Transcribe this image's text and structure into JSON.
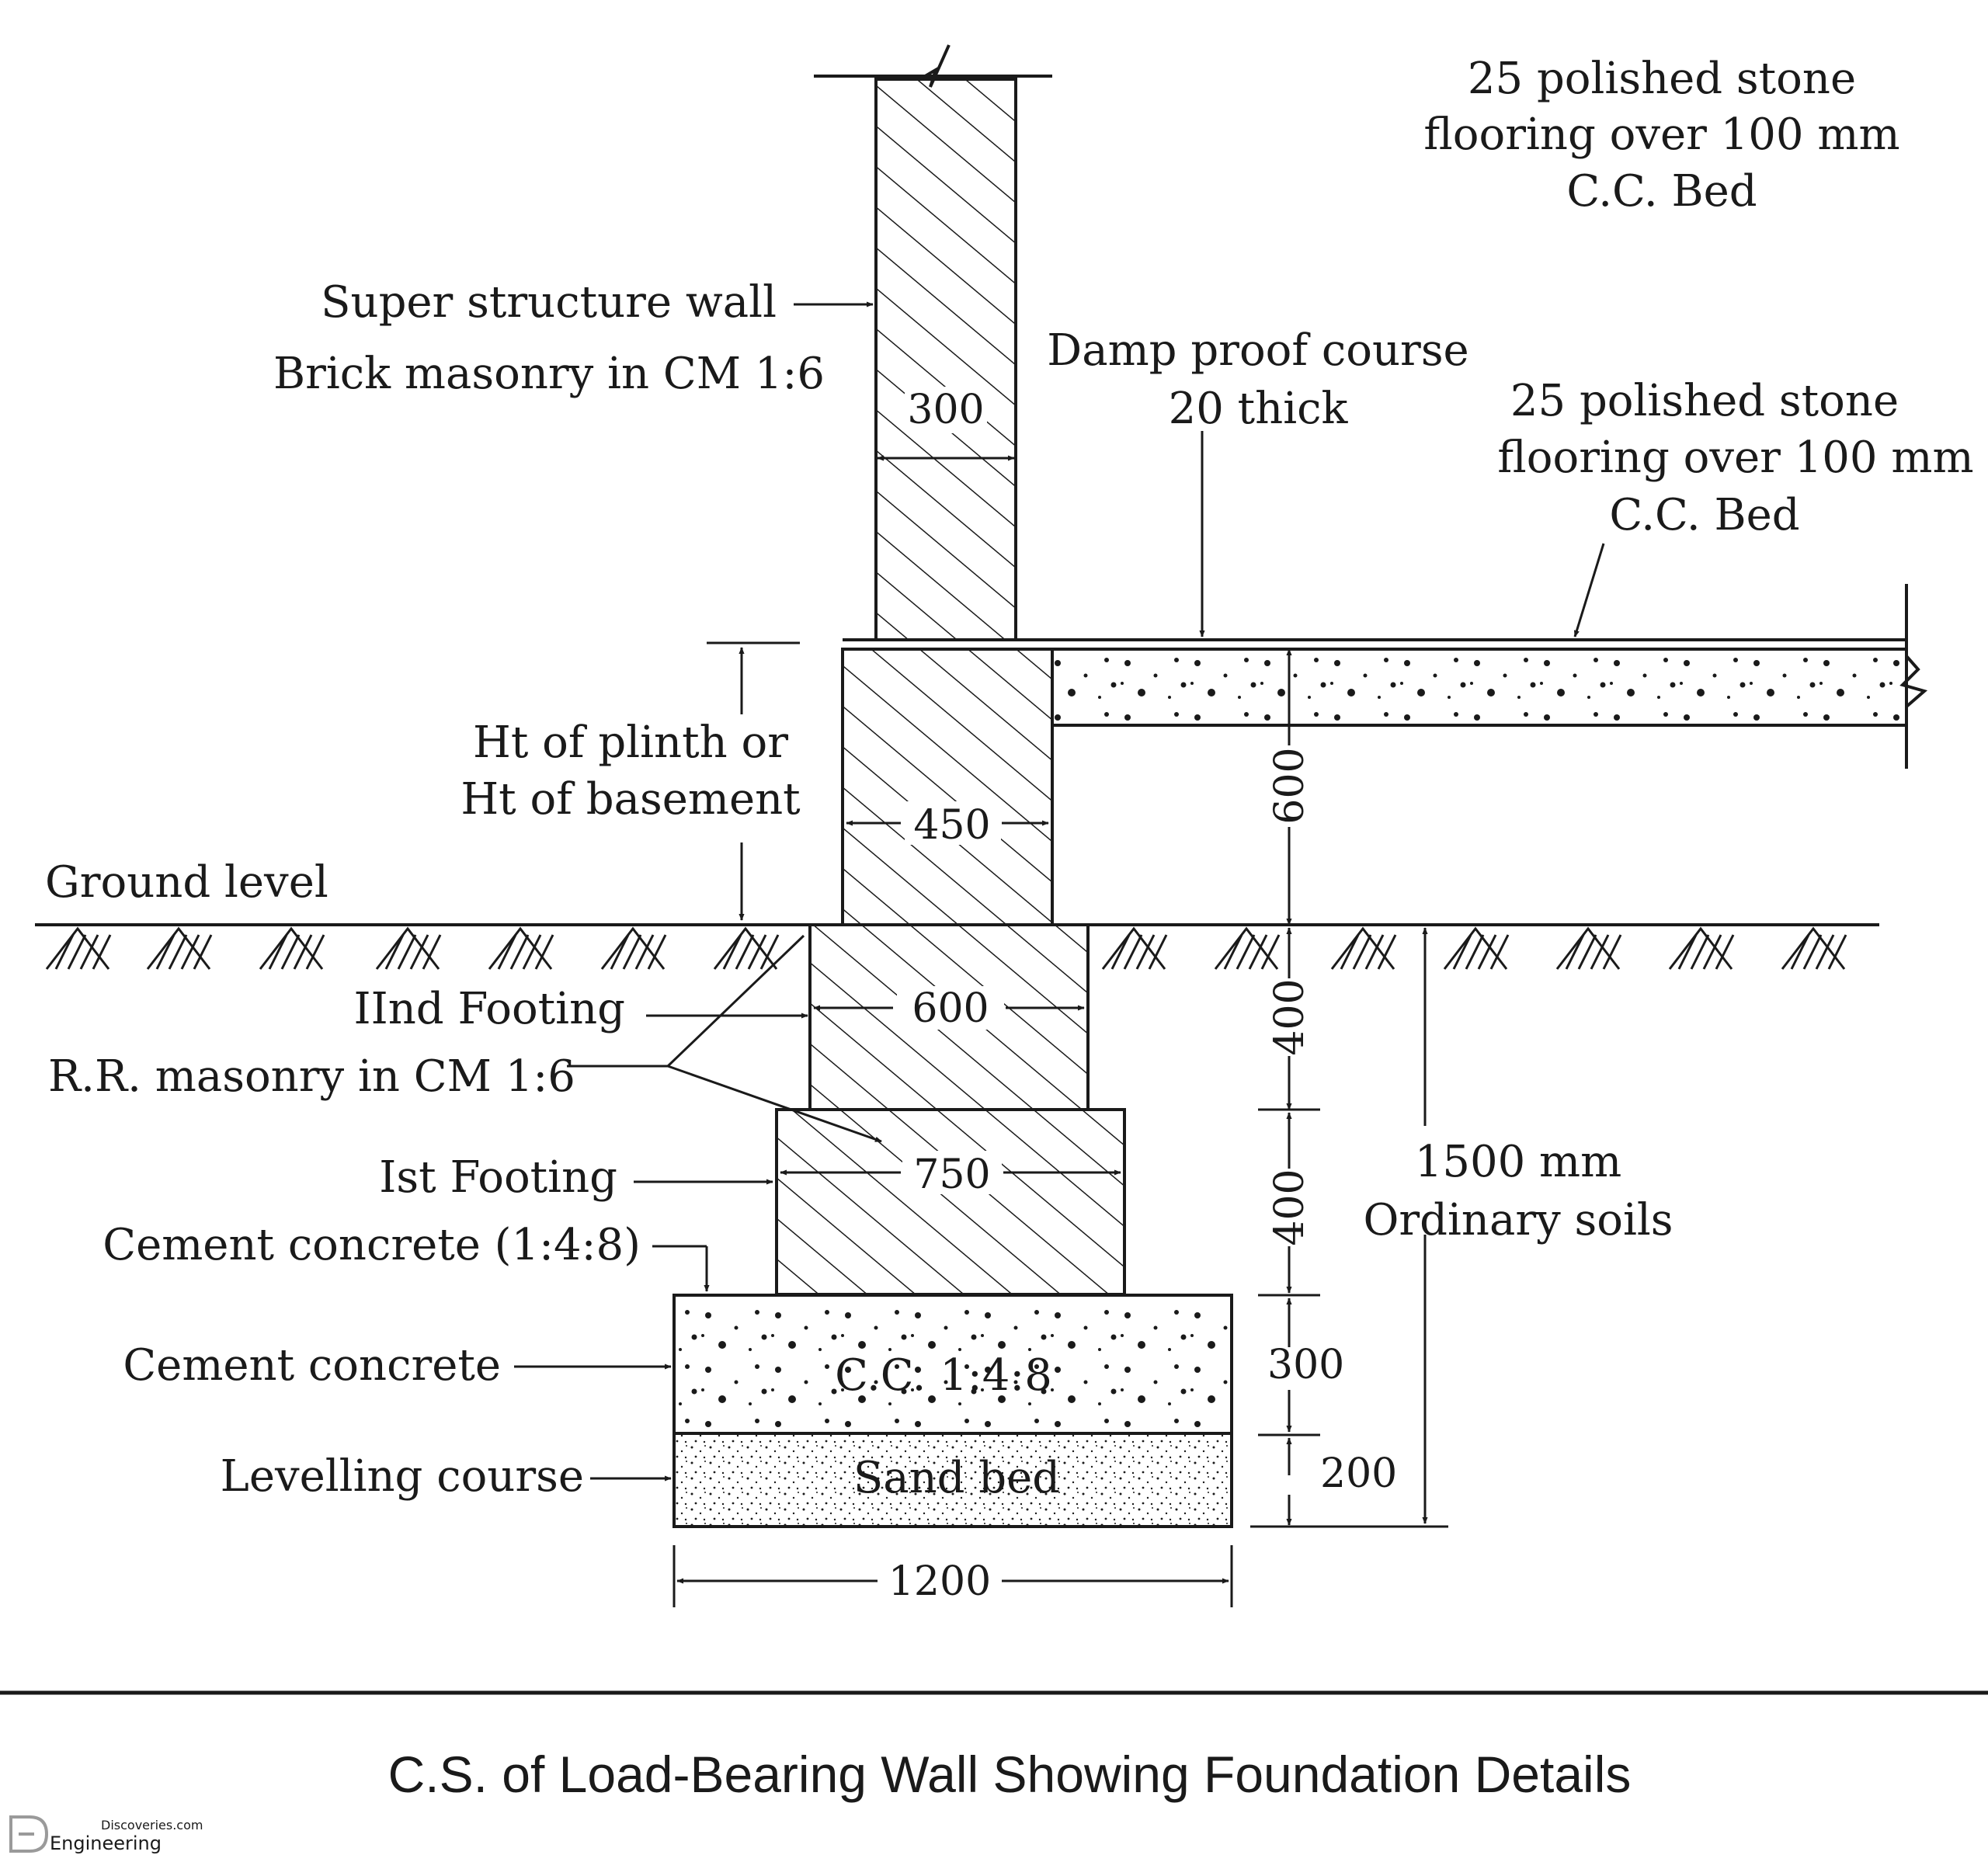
{
  "notes": {
    "top_right_note": [
      "25 polished stone",
      "flooring over 100 mm",
      "C.C. Bed"
    ],
    "floor_note": [
      "25 polished stone",
      "flooring over 100 mm",
      "C.C. Bed"
    ],
    "dpc_note": [
      "Damp proof course",
      "20 thick"
    ]
  },
  "labels": {
    "superstructure": [
      "Super structure wall",
      "Brick masonry in CM 1:6"
    ],
    "plinth": [
      "Ht of plinth or",
      "Ht of basement"
    ],
    "ground_level": "Ground level",
    "second_footing": "IInd Footing",
    "rr_masonry": "R.R. masonry in CM 1:6",
    "first_footing": "Ist Footing",
    "cement_concrete_mix": "Cement concrete (1:4:8)",
    "cement_concrete": "Cement concrete",
    "levelling_course": "Levelling course",
    "cc_mix": "C.C. 1:4:8",
    "sand_bed": "Sand bed",
    "soil_depth": [
      "1500 mm",
      "Ordinary soils"
    ]
  },
  "dimensions": {
    "wall_width": "300",
    "plinth_width": "450",
    "second_footing_width": "600",
    "first_footing_width": "750",
    "base_width": "1200",
    "plinth_height": "600",
    "second_footing_height": "400",
    "first_footing_height": "400",
    "concrete_height": "300",
    "sand_height": "200"
  },
  "caption": "C.S. of Load-Bearing Wall Showing Foundation Details",
  "watermark": [
    "Discoveries.com",
    "Engineering"
  ],
  "colors": {
    "ink": "#1a1a1a",
    "paper": "#ffffff",
    "watermark": "#9a9a9a"
  }
}
